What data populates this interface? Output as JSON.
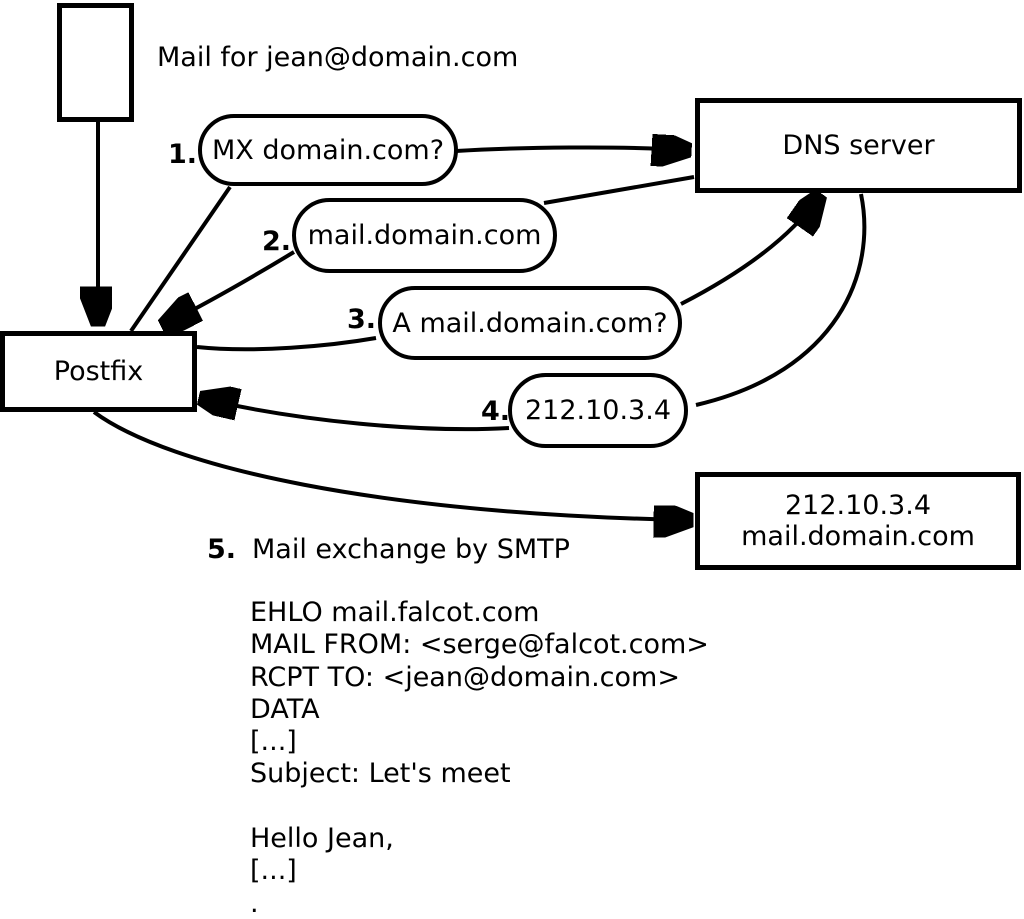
{
  "colors": {
    "stroke": "#000000",
    "background": "#ffffff",
    "text": "#000000"
  },
  "diagram": {
    "title": "Mail for jean@domain.com",
    "nodes": {
      "postfix": {
        "label": "Postfix"
      },
      "dns_server": {
        "label": "DNS server"
      },
      "mail_server": {
        "line1": "212.10.3.4",
        "line2": "mail.domain.com"
      }
    },
    "steps": [
      {
        "num": "1.",
        "label": "MX domain.com?"
      },
      {
        "num": "2.",
        "label": "mail.domain.com"
      },
      {
        "num": "3.",
        "label": "A mail.domain.com?"
      },
      {
        "num": "4.",
        "label": "212.10.3.4"
      },
      {
        "num": "5.",
        "label": "Mail exchange by SMTP"
      }
    ],
    "smtp_session": [
      "EHLO mail.falcot.com",
      "MAIL FROM: <serge@falcot.com>",
      "RCPT TO: <jean@domain.com>",
      "DATA",
      "[...]",
      "Subject: Let's meet",
      "",
      "Hello Jean,",
      "[...]",
      "."
    ]
  }
}
